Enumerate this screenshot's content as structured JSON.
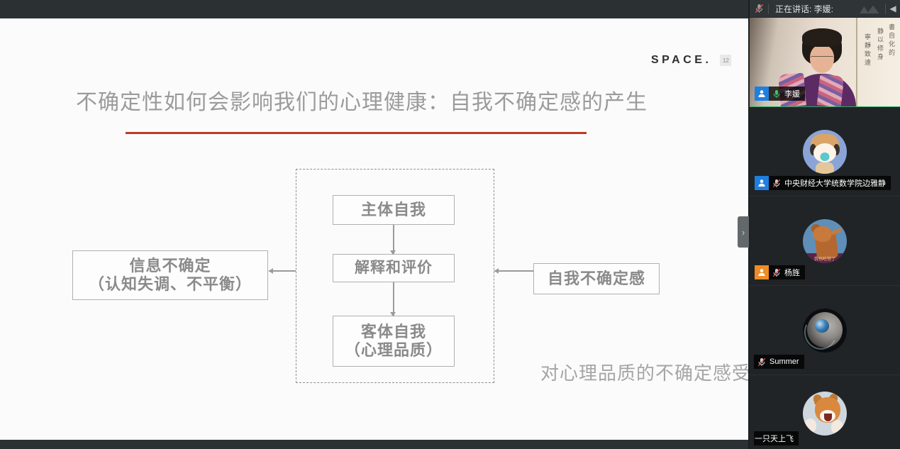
{
  "meeting": {
    "header": {
      "speaking_label": "正在讲话: 李媛:",
      "mic_icon": "mic-muted-icon",
      "gallery_icon": "gallery-view-icon",
      "back_icon": "arrow-left-icon"
    },
    "participants": [
      {
        "name": "李媛",
        "tile_type": "video",
        "active_speaker": true,
        "mic_icon": "mic-on-icon",
        "muted": false,
        "avatar_badge": "blue",
        "avatar_icon": "person-icon",
        "scroll_text_1": "書自化的",
        "scroll_text_2": "静以修身",
        "scroll_text_3": "寧靜致遠"
      },
      {
        "name": "中央财经大学统数学院边雅静",
        "tile_type": "avatar-baby",
        "active_speaker": false,
        "mic_icon": "mic-muted-icon",
        "muted": true,
        "avatar_badge": "blue",
        "avatar_icon": "person-icon"
      },
      {
        "name": "杨旌",
        "tile_type": "avatar-jerry",
        "active_speaker": false,
        "mic_icon": "mic-muted-icon",
        "muted": true,
        "avatar_badge": "orange",
        "avatar_icon": "person-icon",
        "avatar_caption": "我也吃饱了"
      },
      {
        "name": "Summer",
        "tile_type": "avatar-planet",
        "active_speaker": false,
        "mic_icon": "mic-muted-icon",
        "muted": true,
        "avatar_badge": "none",
        "avatar_icon": "none"
      },
      {
        "name": "一只天上飞",
        "tile_type": "avatar-dog",
        "active_speaker": false,
        "mic_icon": "none",
        "muted": false,
        "avatar_badge": "none",
        "avatar_icon": "none"
      }
    ],
    "collapse_handle_icon": "chevron-right-icon"
  },
  "slide": {
    "brand": "SPACE.",
    "brand_badge": "12",
    "title": "不确定性如何会影响我们的心理健康：自我不确定感的产生",
    "accent_color": "#c0392b",
    "text_color": "#9b9b9b",
    "diagram": {
      "left_node": {
        "line1": "信息不确定",
        "line2": "（认知失调、不平衡）"
      },
      "center_nodes": [
        {
          "line1": "主体自我",
          "line2": ""
        },
        {
          "line1": "解释和评价",
          "line2": ""
        },
        {
          "line1": "客体自我",
          "line2": "（心理品质）"
        }
      ],
      "right_node": "自我不确定感"
    },
    "caption": "对心理品质的不确定感受"
  }
}
